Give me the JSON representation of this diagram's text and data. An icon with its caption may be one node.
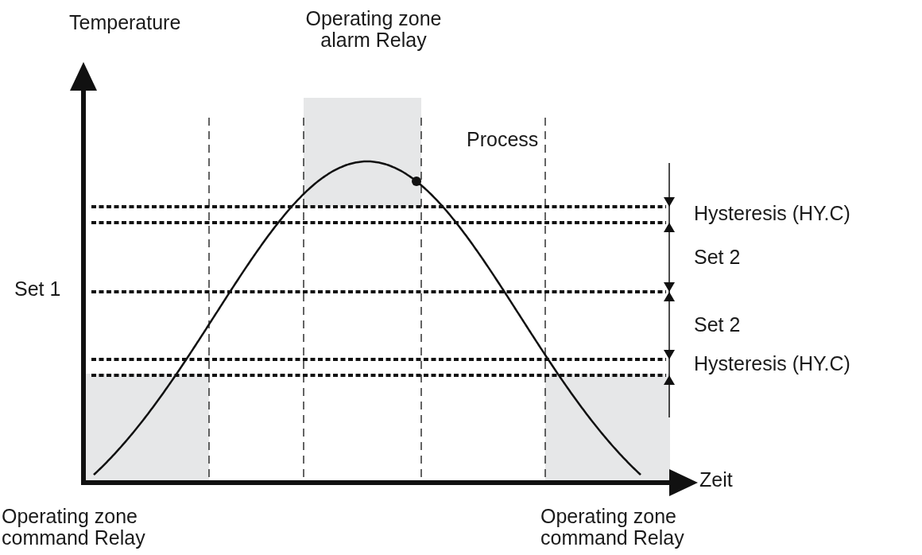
{
  "diagram": {
    "labels": [
      "Temperature",
      "Operating zone alarm Relay",
      "Process",
      "Hysteresis (HY.C)",
      "Set 2",
      "Set 1",
      "Set 2",
      "Hysteresis (HY.C)",
      "Zeit",
      "Operating zone command Relay",
      "Operating zone command Relay"
    ]
  }
}
